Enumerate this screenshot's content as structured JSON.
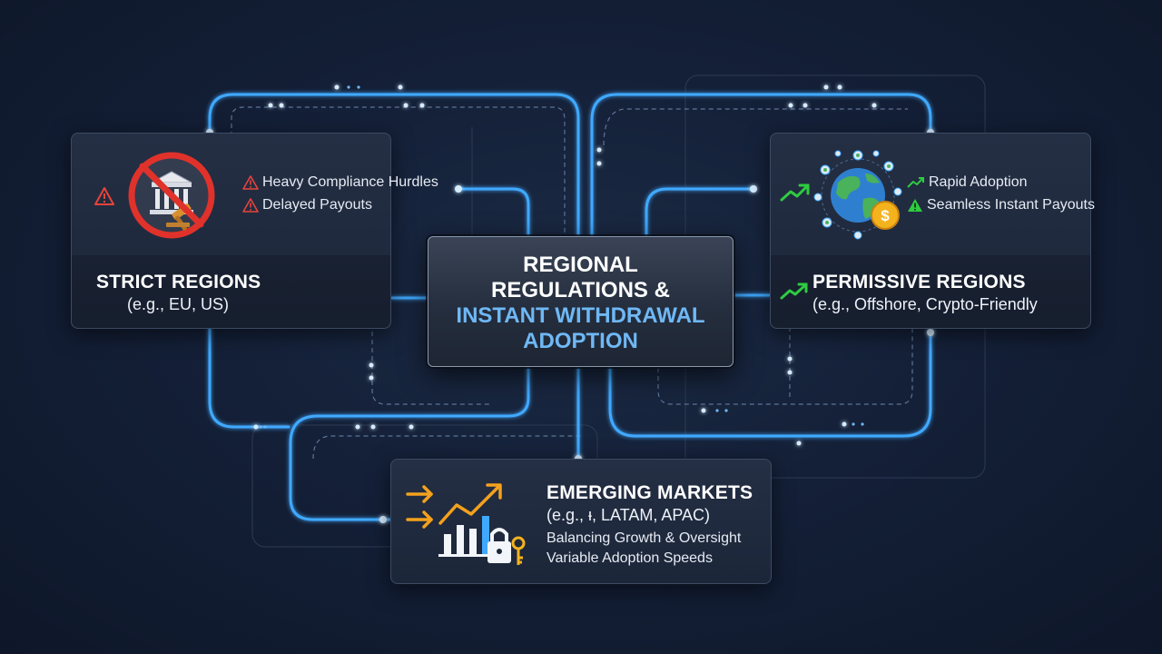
{
  "center": {
    "line1": "REGIONAL",
    "line2": "REGULATIONS &",
    "line3": "INSTANT WITHDRAWAL",
    "line4": "ADOPTION"
  },
  "strict": {
    "title": "STRICT REGIONS",
    "subtitle": "(e.g., EU, US)",
    "bullets": [
      "Heavy Compliance Hurdles",
      "Delayed Payouts"
    ],
    "icon": "no-bank-gavel-icon"
  },
  "permissive": {
    "title": "PERMISSIVE REGIONS",
    "subtitle": "(e.g., Offshore, Crypto-Friendly",
    "bullets": [
      "Rapid Adoption",
      "Seamless Instant Payouts"
    ],
    "icon": "globe-crypto-icon"
  },
  "emerging": {
    "title": "EMERGING MARKETS",
    "subtitle": "(e.g., ᵻ, LATAM, APAC)",
    "bullets": [
      "Balancing Growth & Oversight",
      "Variable Adoption Speeds"
    ],
    "icon": "growth-chart-lock-icon"
  },
  "colors": {
    "accent": "#4fb3ff",
    "warning": "#e8443a",
    "growth": "#2ecc40",
    "orange": "#f4a11d"
  }
}
